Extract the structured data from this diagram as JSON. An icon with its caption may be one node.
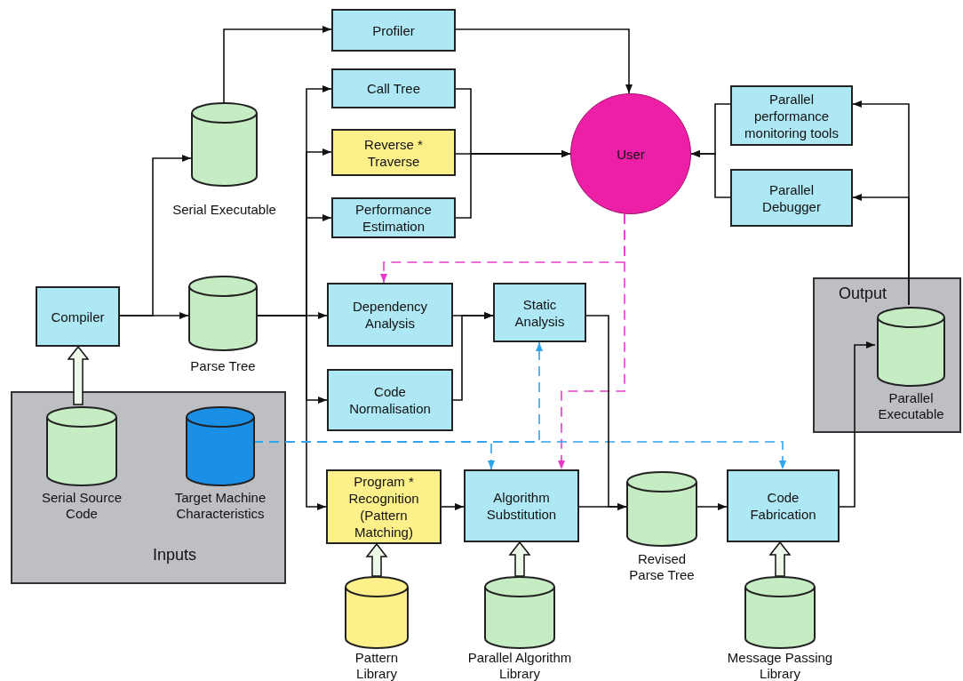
{
  "diagram": {
    "nodes": [
      {
        "text": [
          "Inputs"
        ]
      },
      {
        "text": [
          "Output"
        ]
      },
      {
        "text": [
          "Profiler"
        ]
      },
      {
        "text": [
          "Call Tree"
        ]
      },
      {
        "text": [
          "Reverse * Traverse"
        ]
      },
      {
        "text": [
          "Performance Estimation"
        ]
      },
      {
        "text": [
          "User"
        ]
      },
      {
        "text": [
          "Parallel performance monitoring tools"
        ]
      },
      {
        "text": [
          "Parallel Debugger"
        ]
      },
      {
        "text": [],
        "shape": "cylinder",
        "beside": [
          "Serial Executable"
        ]
      },
      {
        "text": [
          "Compiler"
        ]
      },
      {
        "text": [],
        "shape": "cylinder",
        "beside": [
          "Parse Tree"
        ]
      },
      {
        "text": [
          "Dependency Analysis"
        ]
      },
      {
        "text": [
          "Static Analysis"
        ]
      },
      {
        "text": [
          "Code Normalisation"
        ]
      },
      {
        "text": [],
        "shape": "cylinder",
        "beside": [
          "Parallel Executable"
        ],
        "in": 1
      },
      {
        "text": [],
        "shape": "cylinder",
        "beside": [
          "Serial Source Code"
        ],
        "in": 0
      },
      {
        "text": [],
        "shape": "cylinder",
        "beside": [
          "Target Machine Characteristics"
        ],
        "in": 0
      },
      {
        "text": [
          "Program * Recognition (Pattern Matching)"
        ]
      },
      {
        "text": [
          "Algorithm Substitution"
        ]
      },
      {
        "text": [],
        "shape": "cylinder",
        "beside": [
          "Revised Parse Tree"
        ]
      },
      {
        "text": [
          "Code Fabrication"
        ]
      },
      {
        "text": [],
        "shape": "cylinder",
        "beside": [
          "Pattern Library"
        ]
      },
      {
        "text": [],
        "shape": "cylinder",
        "beside": [
          "Parallel Algorithm Library"
        ]
      },
      {
        "text": [],
        "shape": "cylinder",
        "beside": [
          "Message Passing Library"
        ]
      }
    ],
    "edges": [
      {
        "from": 10,
        "to": 9,
        "arrow": "to"
      },
      {
        "from": 10,
        "to": 11,
        "arrow": "to"
      },
      {
        "from": 9,
        "to": 2,
        "arrow": "to"
      },
      {
        "from": 2,
        "to": 6,
        "arrow": "to"
      },
      {
        "from": 11,
        "to": 3,
        "arrow": "to"
      },
      {
        "from": 11,
        "to": 4,
        "arrow": "to"
      },
      {
        "from": 11,
        "to": 5,
        "arrow": "to"
      },
      {
        "from": 11,
        "to": 12,
        "arrow": "to"
      },
      {
        "from": 11,
        "to": 14,
        "arrow": "to"
      },
      {
        "from": 11,
        "to": 18,
        "arrow": "to"
      },
      {
        "from": 3,
        "to": 6,
        "arrow": "to"
      },
      {
        "from": 4,
        "to": 6,
        "arrow": "to"
      },
      {
        "from": 5,
        "to": 6,
        "arrow": "to"
      },
      {
        "from": 7,
        "to": 6,
        "arrow": "to"
      },
      {
        "from": 8,
        "to": 6,
        "arrow": "to"
      },
      {
        "from": 6,
        "to": 12,
        "arrow": "to",
        "style": "dashed",
        "color": "#e83cc8"
      },
      {
        "from": 6,
        "to": 19,
        "arrow": "to",
        "style": "dashed",
        "color": "#e83cc8"
      },
      {
        "from": 17,
        "to": 13,
        "arrow": "to",
        "style": "dashed",
        "color": "#2ea4f0"
      },
      {
        "from": 17,
        "to": 19,
        "arrow": "to",
        "style": "dashed",
        "color": "#2ea4f0"
      },
      {
        "from": 17,
        "to": 21,
        "arrow": "to",
        "style": "dashed",
        "color": "#2ea4f0"
      },
      {
        "from": 12,
        "to": 13,
        "arrow": "to"
      },
      {
        "from": 14,
        "to": 13,
        "arrow": "to"
      },
      {
        "from": 13,
        "to": 20,
        "arrow": "to"
      },
      {
        "from": 18,
        "to": 19,
        "arrow": "to"
      },
      {
        "from": 19,
        "to": 20,
        "arrow": "to"
      },
      {
        "from": 20,
        "to": 21,
        "arrow": "to"
      },
      {
        "from": 21,
        "to": 15,
        "arrow": "to"
      },
      {
        "from": 15,
        "to": 7,
        "arrow": "to"
      },
      {
        "from": 15,
        "to": 8,
        "arrow": "to"
      },
      {
        "from": 16,
        "to": 10,
        "arrow": "to",
        "style": "thick"
      },
      {
        "from": 22,
        "to": 18,
        "arrow": "to",
        "style": "thick"
      },
      {
        "from": 23,
        "to": 19,
        "arrow": "to",
        "style": "thick"
      },
      {
        "from": 24,
        "to": 21,
        "arrow": "to",
        "style": "thick"
      }
    ]
  }
}
